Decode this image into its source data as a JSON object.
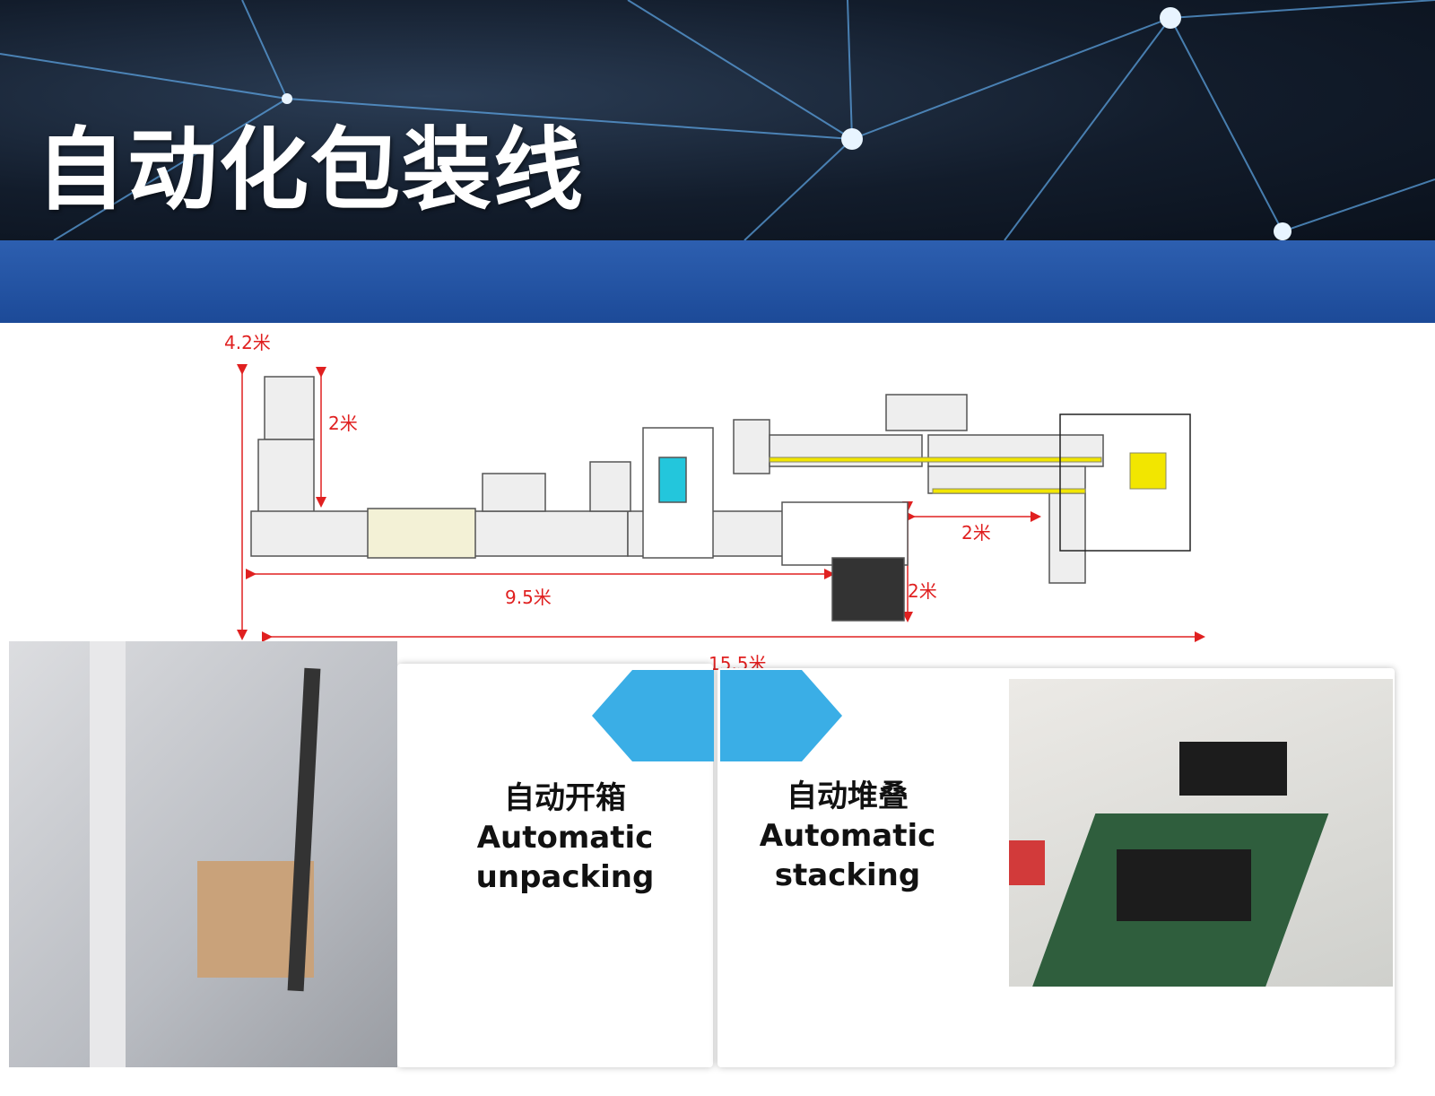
{
  "title": "自动化包装线",
  "dimensions": {
    "height_total": "4.2米",
    "feeder_height": "2米",
    "first_section_length": "9.5米",
    "stacker_gap": "2米",
    "output_depth": "2米",
    "total_length": "15.5米"
  },
  "features": [
    {
      "zh": "自动开箱",
      "en1": "Automatic",
      "en2": "unpacking"
    },
    {
      "zh": "自动堆叠",
      "en1": "Automatic",
      "en2": "stacking"
    }
  ],
  "colors": {
    "accent_blue": "#3aaee6",
    "dimension_red": "#e02020",
    "band_blue": "#2157a8"
  }
}
